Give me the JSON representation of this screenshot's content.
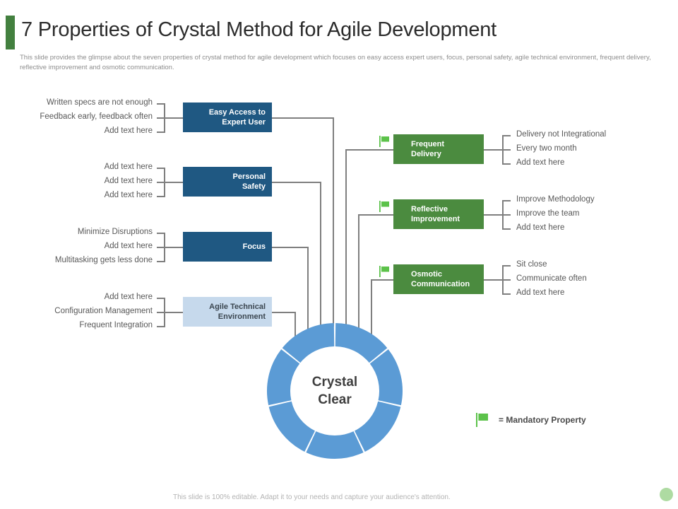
{
  "header": {
    "title": "7 Properties of Crystal Method for Agile Development",
    "subtitle": "This slide provides the glimpse about the seven properties of crystal method for agile development which focuses on easy access expert users, focus, personal safety, agile technical environment, frequent delivery, reflective improvement and osmotic communication."
  },
  "center": {
    "line1": "Crystal",
    "line2": "Clear"
  },
  "left_properties": [
    {
      "label": "Easy Access  to\nExpert User",
      "label_line1": "Easy Access  to",
      "label_line2": "Expert User",
      "style": "blue",
      "mandatory": false,
      "items": [
        "Written specs are not enough",
        "Feedback early, feedback often",
        "Add text here"
      ]
    },
    {
      "label": "Personal\nSafety",
      "label_line1": "Personal",
      "label_line2": "Safety",
      "style": "blue",
      "mandatory": false,
      "items": [
        "Add text here",
        "Add text here",
        "Add text here"
      ]
    },
    {
      "label": "Focus",
      "label_line1": "Focus",
      "label_line2": "",
      "style": "blue",
      "mandatory": false,
      "items": [
        "Minimize Disruptions",
        "Add text here",
        "Multitasking gets less done"
      ]
    },
    {
      "label": "Agile Technical\nEnvironment",
      "label_line1": "Agile Technical",
      "label_line2": "Environment",
      "style": "lightblue",
      "mandatory": false,
      "items": [
        "Add text here",
        "Configuration  Management",
        "Frequent  Integration"
      ]
    }
  ],
  "right_properties": [
    {
      "label": "Frequent\nDelivery",
      "label_line1": "Frequent",
      "label_line2": "Delivery",
      "style": "green",
      "mandatory": true,
      "items": [
        "Delivery  not Integrational",
        "Every  two month",
        "Add text here"
      ]
    },
    {
      "label": "Reflective\nImprovement",
      "label_line1": "Reflective",
      "label_line2": "Improvement",
      "style": "green",
      "mandatory": true,
      "items": [
        "Improve  Methodology",
        "Improve  the team",
        "Add text here"
      ]
    },
    {
      "label": "Osmotic\nCommunication",
      "label_line1": "Osmotic",
      "label_line2": "Communication",
      "style": "green",
      "mandatory": true,
      "items": [
        "Sit close",
        "Communicate  often",
        "Add text here"
      ]
    }
  ],
  "legend": {
    "text": "= Mandatory Property",
    "icon": "flag-icon"
  },
  "footer": {
    "text": "This slide is 100% editable. Adapt it to your needs and capture your audience's attention."
  },
  "chart_data": {
    "type": "pie",
    "title": "Crystal Clear",
    "categories": [
      "Easy Access to Expert User",
      "Personal Safety",
      "Focus",
      "Agile Technical Environment",
      "Frequent Delivery",
      "Reflective Improvement",
      "Osmotic Communication"
    ],
    "values": [
      1,
      1,
      1,
      1,
      1,
      1,
      1
    ],
    "segment_color": "#5b9bd5",
    "legend": "none"
  },
  "colors": {
    "accent_green": "#43803f",
    "box_blue": "#1f5882",
    "box_light_blue": "#c6d9ec",
    "box_green": "#4b8b3f",
    "donut_blue": "#5b9bd5",
    "flag_green": "#5cc24a",
    "connector_gray": "#7f7f7f",
    "text_gray": "#585858"
  }
}
